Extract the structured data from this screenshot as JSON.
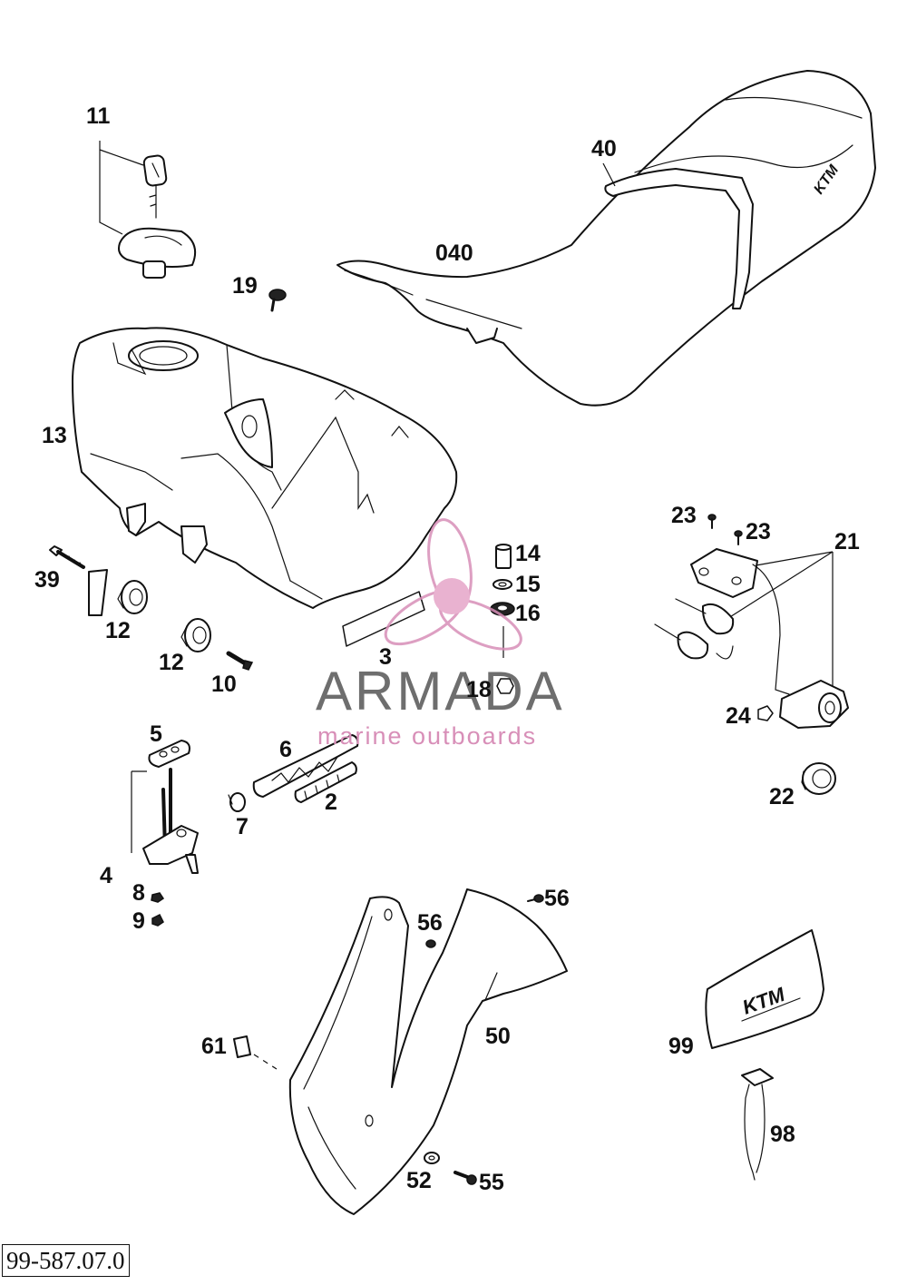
{
  "diagram": {
    "reference_number": "99-587.07.0",
    "parts": [
      {
        "label": "11",
        "name": "key-and-fuel-cap"
      },
      {
        "label": "40",
        "name": "seat-strap"
      },
      {
        "label": "040",
        "name": "seat"
      },
      {
        "label": "19",
        "name": "seat-screw"
      },
      {
        "label": "13",
        "name": "fuel-tank"
      },
      {
        "label": "14",
        "name": "bushing"
      },
      {
        "label": "15",
        "name": "washer"
      },
      {
        "label": "16",
        "name": "rubber-washer"
      },
      {
        "label": "39",
        "name": "tank-bolt"
      },
      {
        "label": "12",
        "name": "tank-bushing-left"
      },
      {
        "label": "12",
        "name": "tank-bushing-right"
      },
      {
        "label": "10",
        "name": "tank-screw"
      },
      {
        "label": "3",
        "name": "decal-strip"
      },
      {
        "label": "18",
        "name": "nut"
      },
      {
        "label": "23",
        "name": "lock-screw-left"
      },
      {
        "label": "23",
        "name": "lock-screw-right"
      },
      {
        "label": "21",
        "name": "lock-set"
      },
      {
        "label": "24",
        "name": "lock-nut"
      },
      {
        "label": "22",
        "name": "lock-ring"
      },
      {
        "label": "5",
        "name": "fuel-tap-seal"
      },
      {
        "label": "6",
        "name": "fuel-hose-sleeve"
      },
      {
        "label": "2",
        "name": "fuel-hose"
      },
      {
        "label": "7",
        "name": "hose-clamp"
      },
      {
        "label": "4",
        "name": "fuel-tap"
      },
      {
        "label": "8",
        "name": "tap-nut"
      },
      {
        "label": "9",
        "name": "tap-screw"
      },
      {
        "label": "56",
        "name": "spoiler-screw-left"
      },
      {
        "label": "56",
        "name": "spoiler-screw-right"
      },
      {
        "label": "50",
        "name": "tank-spoiler"
      },
      {
        "label": "61",
        "name": "spoiler-clip"
      },
      {
        "label": "52",
        "name": "spoiler-washer"
      },
      {
        "label": "55",
        "name": "spoiler-screw-bottom"
      },
      {
        "label": "99",
        "name": "tool-bag"
      },
      {
        "label": "98",
        "name": "tool"
      }
    ]
  },
  "watermark": {
    "title": "ARMADA",
    "subtitle": "marine outboards"
  },
  "colors": {
    "line": "#111111",
    "background": "#ffffff",
    "watermark_gray": "#6e6e6e",
    "watermark_pink": "#d88fb8"
  }
}
